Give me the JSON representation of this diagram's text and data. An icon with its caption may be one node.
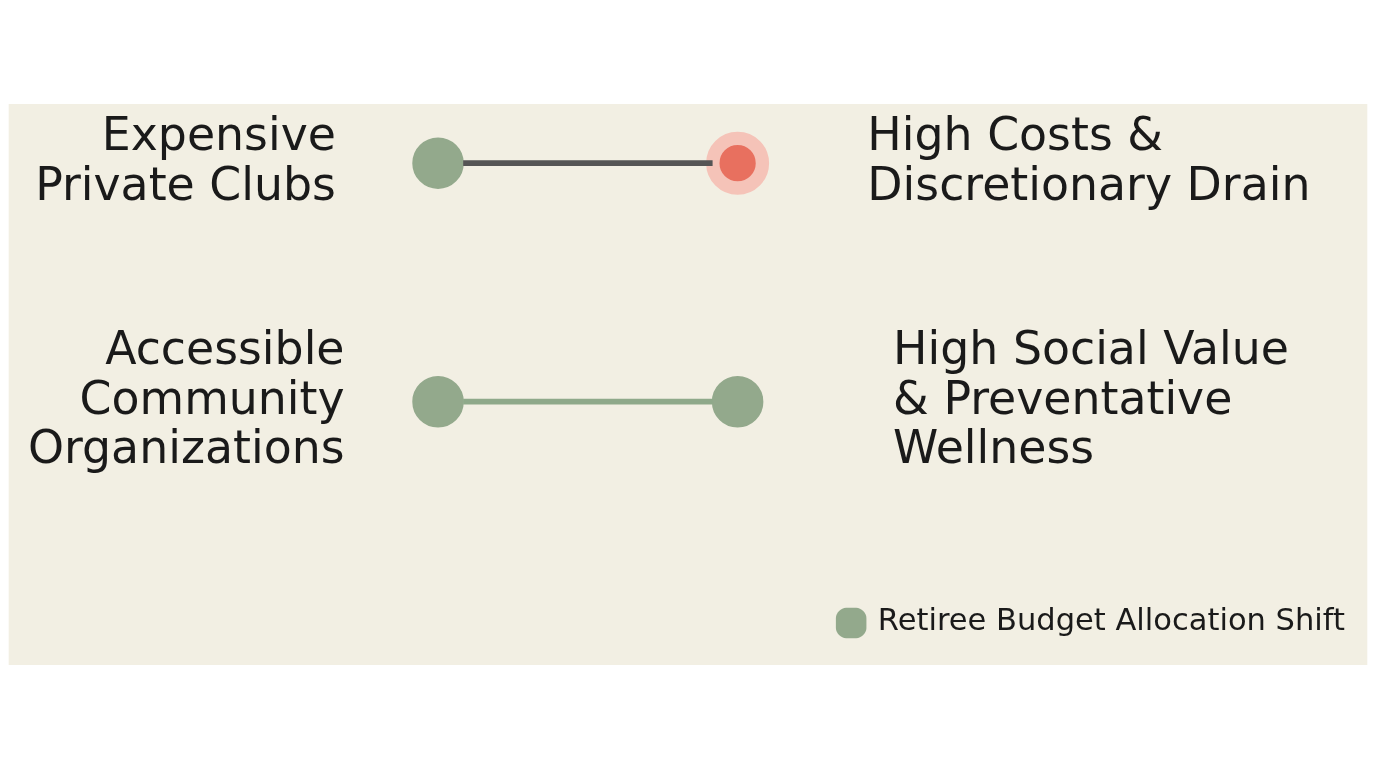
{
  "diagram": {
    "nodes": [
      {
        "text": [],
        "shape": "circle",
        "beside": [
          "Expensive Private Clubs"
        ]
      },
      {
        "text": [],
        "shape": "circle",
        "beside": [
          "High Costs & Discretionary Drain"
        ]
      },
      {
        "text": [],
        "shape": "circle",
        "beside": [
          "Accessible Community Organizations"
        ]
      },
      {
        "text": [],
        "shape": "circle",
        "beside": [
          "High Social Value & Preventative Wellness"
        ]
      }
    ],
    "edges": [
      {
        "from": 0,
        "to": 1,
        "arrow": "none",
        "color": "#555555"
      },
      {
        "from": 2,
        "to": 3,
        "arrow": "none",
        "color": "#8fa98a"
      }
    ],
    "legend": [
      {
        "text": "Retiree Budget Allocation Shift",
        "color": "#93a98c"
      }
    ]
  }
}
